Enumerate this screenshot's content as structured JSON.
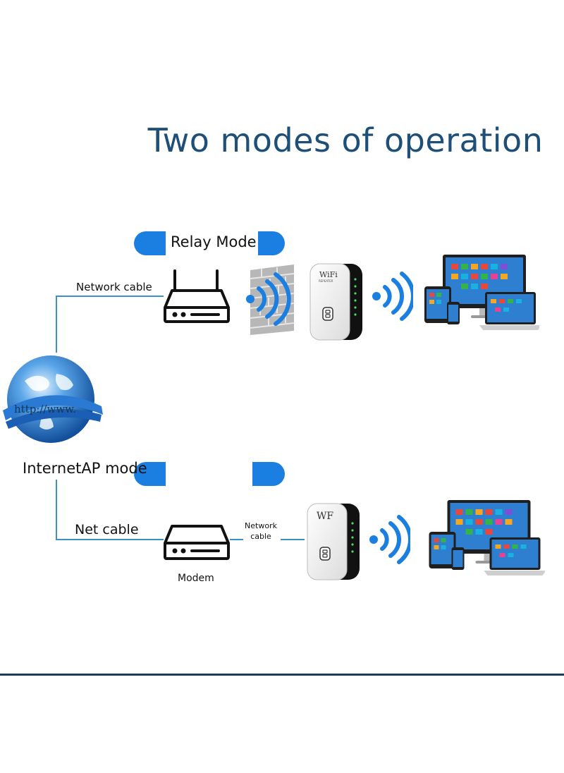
{
  "title": "Two modes of operation",
  "relay": {
    "mode_label": "Relay Mode",
    "cable_label": "Network cable",
    "repeater_brand": "WiFi",
    "repeater_sub": "REPEATER"
  },
  "ap": {
    "mode_label": "InternetAP mode",
    "net_cable_label": "Net cable",
    "network_cable_label": "Network cable",
    "modem_label": "Modem",
    "repeater_brand": "WF"
  },
  "globe": {
    "url_text": "http://www."
  },
  "colors": {
    "title": "#1e4f78",
    "accent": "#1a7fe0",
    "line": "#3d8fc4",
    "wave": "#1a7fe0"
  }
}
